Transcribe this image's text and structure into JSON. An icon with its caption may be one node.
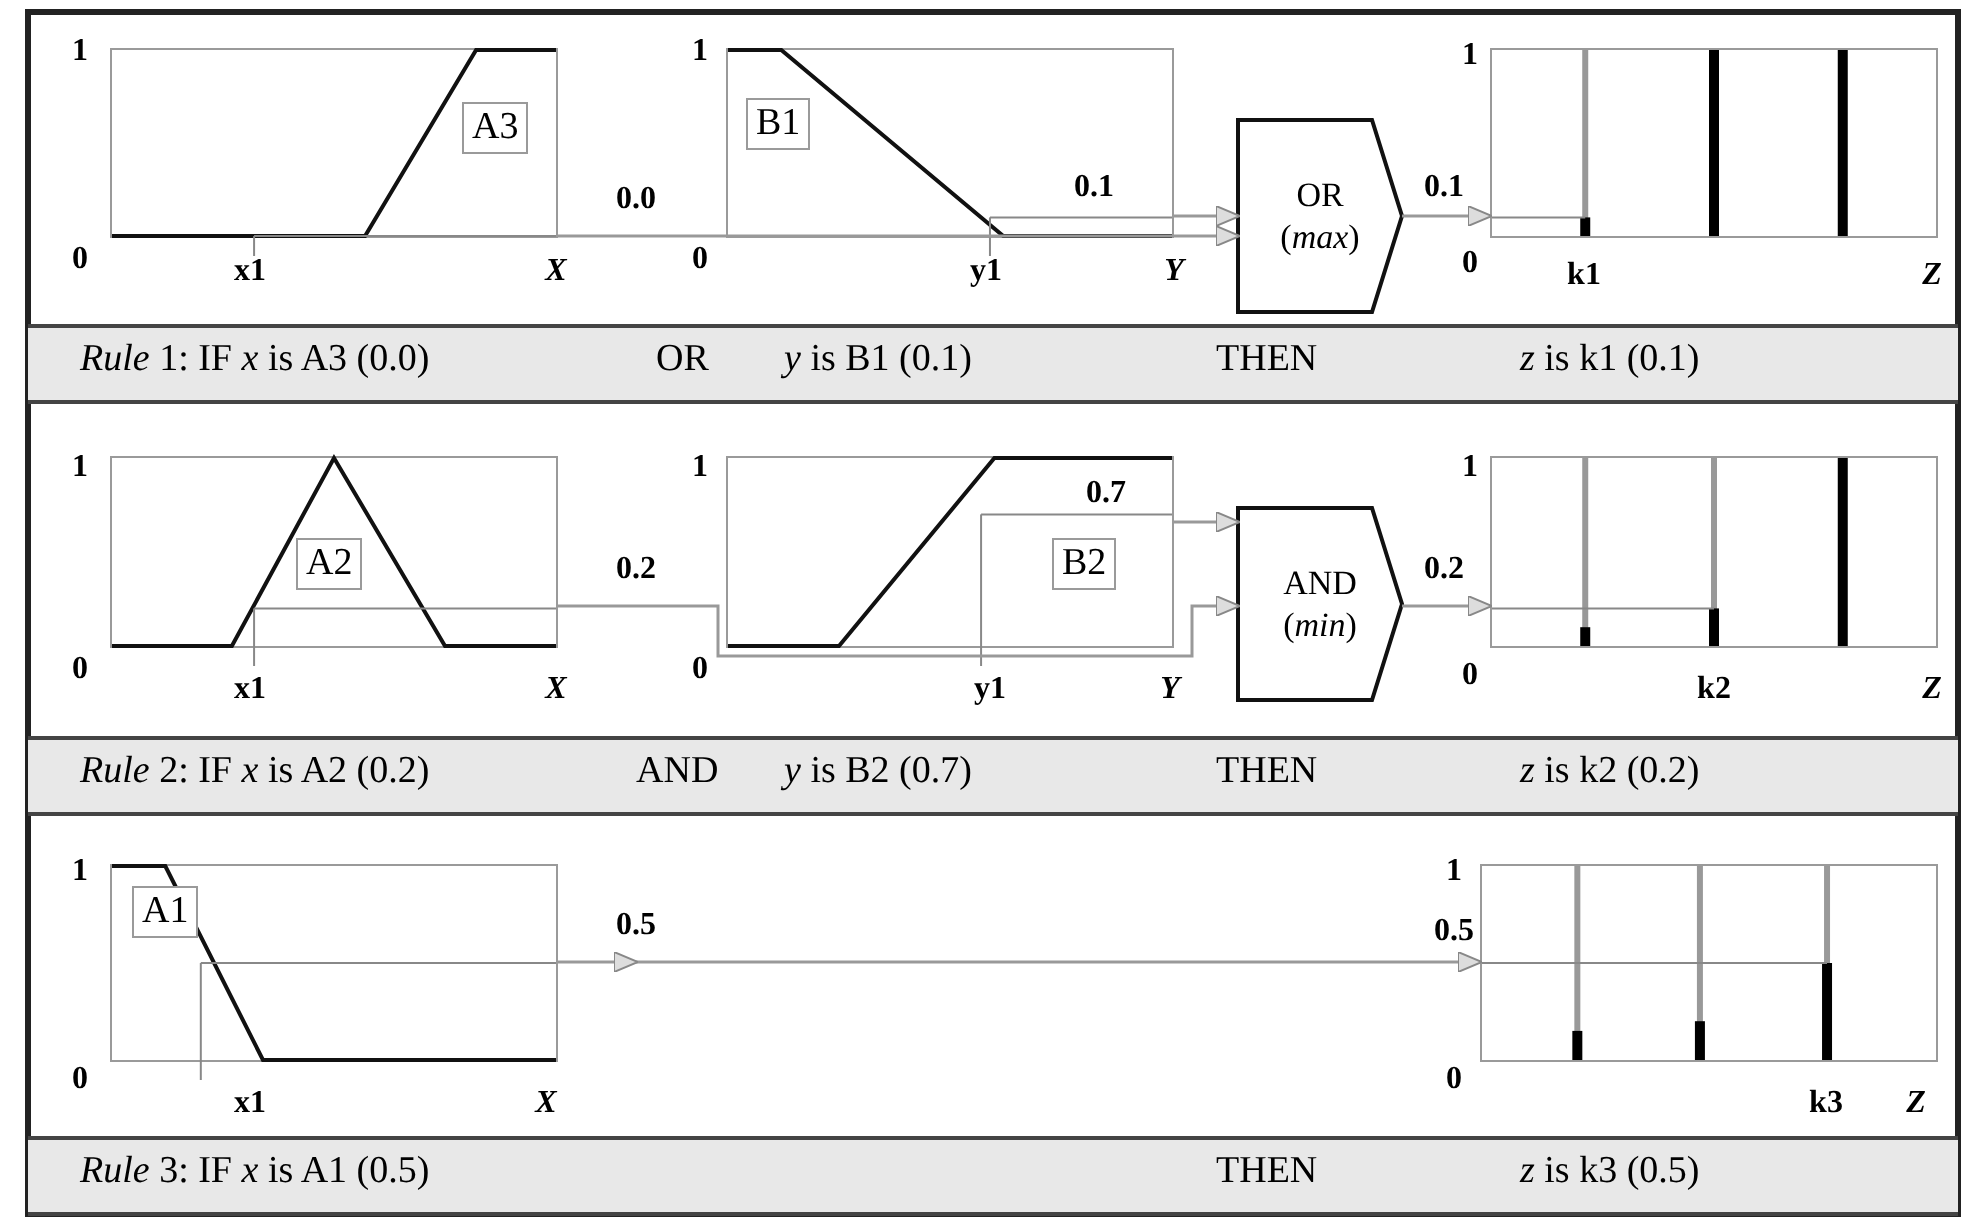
{
  "diagram": {
    "nodes": [
      {
        "text": [
          "A3"
        ]
      },
      {
        "text": [
          "B1"
        ]
      },
      {
        "text": [
          "OR",
          "(*max*)"
        ]
      },
      {
        "text": [],
        "shape": "box"
      },
      {
        "text": [
          "*Rule* 1: IF *x* is A3 (0.0)",
          "OR",
          "*y* is B1 (0.1)",
          "THEN",
          "*z* is k1 (0.1)"
        ]
      },
      {
        "text": [
          "A2"
        ]
      },
      {
        "text": [
          "B2"
        ]
      },
      {
        "text": [
          "AND",
          "(*min*)"
        ]
      },
      {
        "text": [],
        "shape": "box"
      },
      {
        "text": [
          "*Rule* 2: IF *x* is A2 (0.2)",
          "AND",
          "*y* is B2 (0.7)",
          "THEN",
          "*z* is k2 (0.2)"
        ]
      },
      {
        "text": [
          "A1"
        ]
      },
      {
        "text": [],
        "shape": "box"
      },
      {
        "text": [
          "*Rule* 3: IF *x* is A1 (0.5)",
          "THEN",
          "*z* is k3 (0.5)"
        ]
      }
    ],
    "edges": [
      {
        "from": 0,
        "to": 2,
        "arrow": "to",
        "label": "0.0"
      },
      {
        "from": 1,
        "to": 2,
        "arrow": "to",
        "label": "0.1"
      },
      {
        "from": 2,
        "to": 3,
        "arrow": "to",
        "label": "0.1"
      },
      {
        "from": 5,
        "to": 7,
        "arrow": "to",
        "label": "0.2"
      },
      {
        "from": 6,
        "to": 7,
        "arrow": "to",
        "label": "0.7"
      },
      {
        "from": 7,
        "to": 8,
        "arrow": "to",
        "label": "0.2"
      },
      {
        "from": 10,
        "to": 11,
        "arrow": "to",
        "label": "0.5"
      }
    ],
    "labels": [
      "1",
      "0",
      "x1",
      "X",
      "1",
      "0",
      "y1",
      "Y",
      "1",
      "0",
      "k1",
      "Z",
      "1",
      "0",
      "x1",
      "X",
      "1",
      "0",
      "y1",
      "Y",
      "1",
      "0",
      "k2",
      "Z",
      "1",
      "0",
      "x1",
      "X",
      "1",
      "0.5",
      "0",
      "k3",
      "Z"
    ]
  }
}
